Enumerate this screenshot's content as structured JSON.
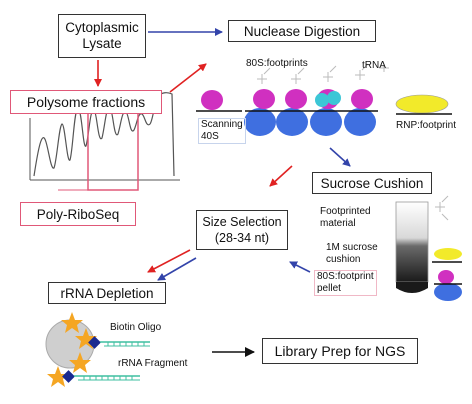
{
  "nodes": {
    "cytoplasmic_lysate": "Cytoplasmic\nLysate",
    "nuclease_digestion": "Nuclease Digestion",
    "polysome_fractions": "Polysome fractions",
    "poly_riboseq": "Poly-RiboSeq",
    "sucrose_cushion": "Sucrose Cushion",
    "size_selection": "Size Selection\n(28-34 nt)",
    "rrna_depletion": "rRNA Depletion",
    "library_prep": "Library Prep for NGS"
  },
  "labels": {
    "footprints_80s": "80S:footprints",
    "trna": "tRNA",
    "scanning_40s": "Scanning\n40S",
    "rnp_footprint": "RNP:footprint",
    "footprinted_material": "Footprinted\nmaterial",
    "sucrose_cushion_1m": "1M sucrose\ncushion",
    "pellet_80s": "80S:footprint\npellet",
    "biotin_oligo": "Biotin Oligo",
    "rrna_fragment": "rRNA Fragment"
  },
  "colors": {
    "flow_arrow_red": "#e02222",
    "flow_arrow_blue": "#3344aa",
    "box_pink": "#e05878",
    "ribosome_small": "#d030c0",
    "ribosome_large": "#3f6fe0",
    "trna": "#3cc6d6",
    "rnp": "#f2ea2a",
    "oligo": "#1a2a90",
    "star": "#f5a623",
    "mrna": "#111111"
  }
}
